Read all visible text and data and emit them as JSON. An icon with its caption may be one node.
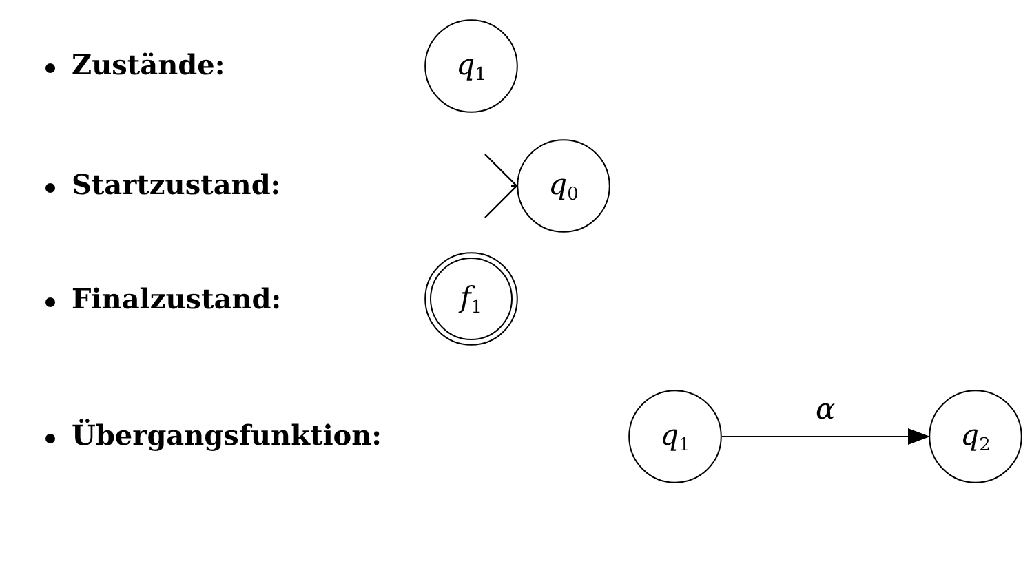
{
  "diagram": {
    "nodes": [
      {
        "text": [
          "*q*$_{1}$"
        ]
      },
      {
        "text": [
          "*q*$_{0}$"
        ]
      },
      {
        "text": [
          "*f*$_{1}$"
        ]
      },
      {
        "text": [
          "*q*$_{1}$"
        ]
      },
      {
        "text": [
          "*q*$_{2}$"
        ]
      }
    ],
    "edges": [
      {
        "from": null,
        "to": 1,
        "arrow": "to"
      },
      {
        "from": 3,
        "to": 4,
        "arrow": "to",
        "label": "*α*"
      }
    ],
    "labels": [
      "Zustände:",
      "Startzustand:",
      "Finalzustand:",
      "Übergangsfunktion:"
    ]
  }
}
